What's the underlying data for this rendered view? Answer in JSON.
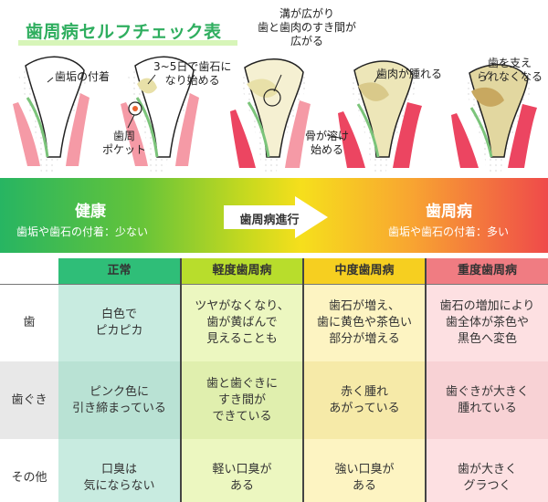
{
  "title": "歯周病セルフチェック表",
  "labels": {
    "plaque": "歯垢の付着",
    "tartar": "3~5日で歯石に\nなり始める",
    "pocket": "歯周\nポケット",
    "gap": "溝が広がり\n歯と歯肉のすき間が\n広がる",
    "gum_swell": "歯肉が腫れる",
    "bone": "骨が溶け\n始める",
    "cant_support": "歯を支え\nられなくなる"
  },
  "banner": {
    "left_title": "健康",
    "left_sub": "歯垢や歯石の付着：少ない",
    "arrow_label": "歯周病進行",
    "right_title": "歯周病",
    "right_sub": "歯垢や歯石の付着：多い"
  },
  "table": {
    "headers": [
      "正常",
      "軽度歯周病",
      "中度歯周病",
      "重度歯周病"
    ],
    "rows": [
      {
        "label": "歯",
        "cells": [
          "白色で\nピカピカ",
          "ツヤがなくなり、\n歯が黄ばんで\n見えることも",
          "歯石が増え、\n歯に黄色や茶色い\n部分が増える",
          "歯石の増加により\n歯全体が茶色や\n黒色へ変色"
        ]
      },
      {
        "label": "歯ぐき",
        "cells": [
          "ピンク色に\n引き締まっている",
          "歯と歯ぐきに\nすき間が\nできている",
          "赤く腫れ\nあがっている",
          "歯ぐきが大きく\n腫れている"
        ]
      },
      {
        "label": "その他",
        "cells": [
          "口臭は\n気にならない",
          "軽い口臭が\nある",
          "強い口臭が\nある",
          "歯が大きく\nグラつく"
        ]
      }
    ]
  },
  "colors": {
    "title": "#2fae5f",
    "normal": "#2fbe78",
    "mild": "#b8dd2c",
    "moderate": "#f6cf20",
    "severe": "#f07c82"
  }
}
